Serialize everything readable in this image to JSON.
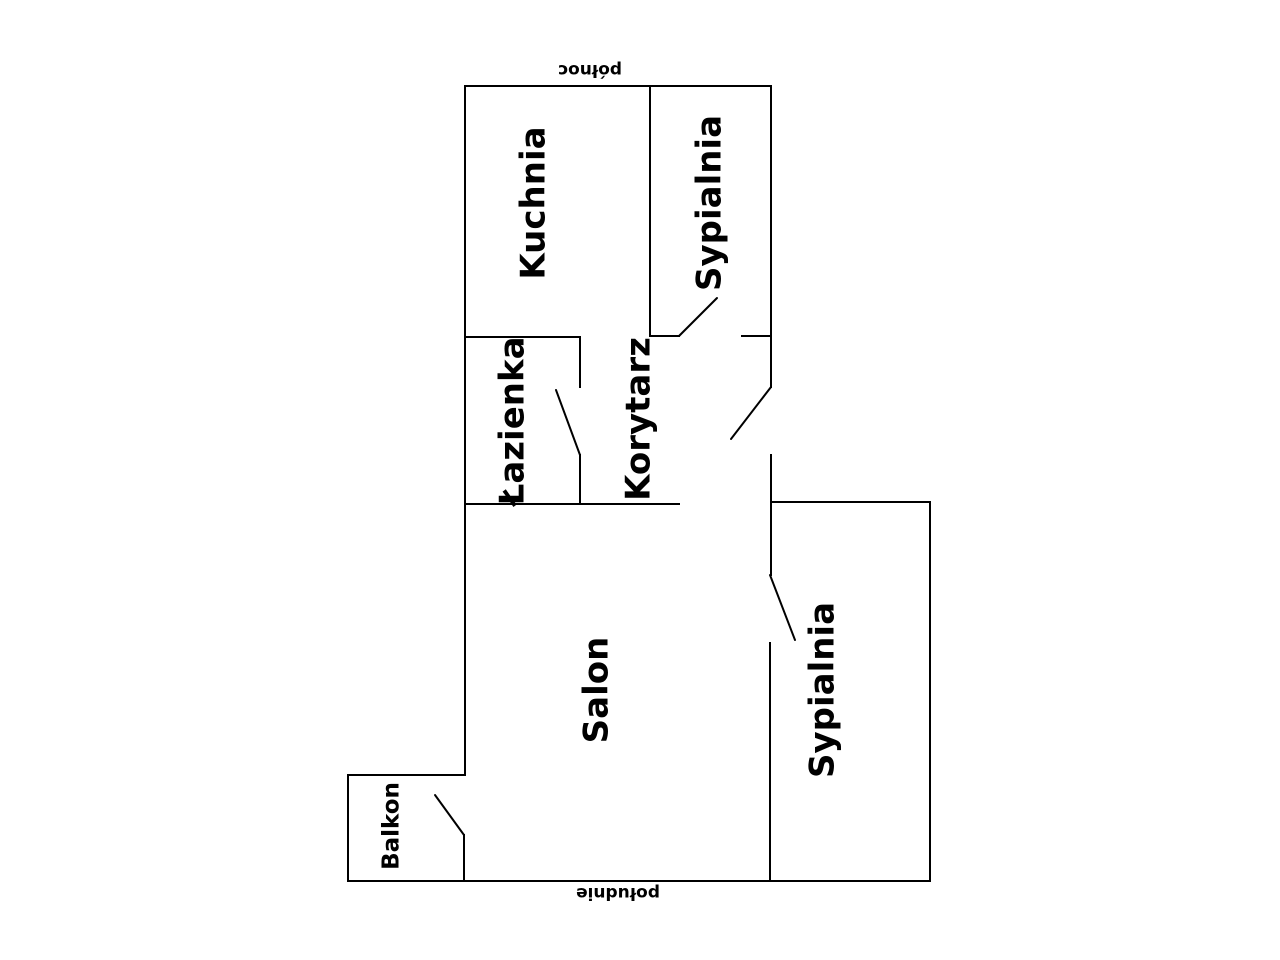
{
  "orientation": {
    "north": "północ",
    "south": "południe"
  },
  "rooms": {
    "kitchen": "Kuchnia",
    "bedroom_north": "Sypialnia",
    "bathroom": "Łazienka",
    "corridor": "Korytarz",
    "living_room": "Salon",
    "bedroom_south": "Sypialnia",
    "balcony": "Balkon"
  },
  "colors": {
    "walls": "#000000",
    "background": "#ffffff"
  }
}
